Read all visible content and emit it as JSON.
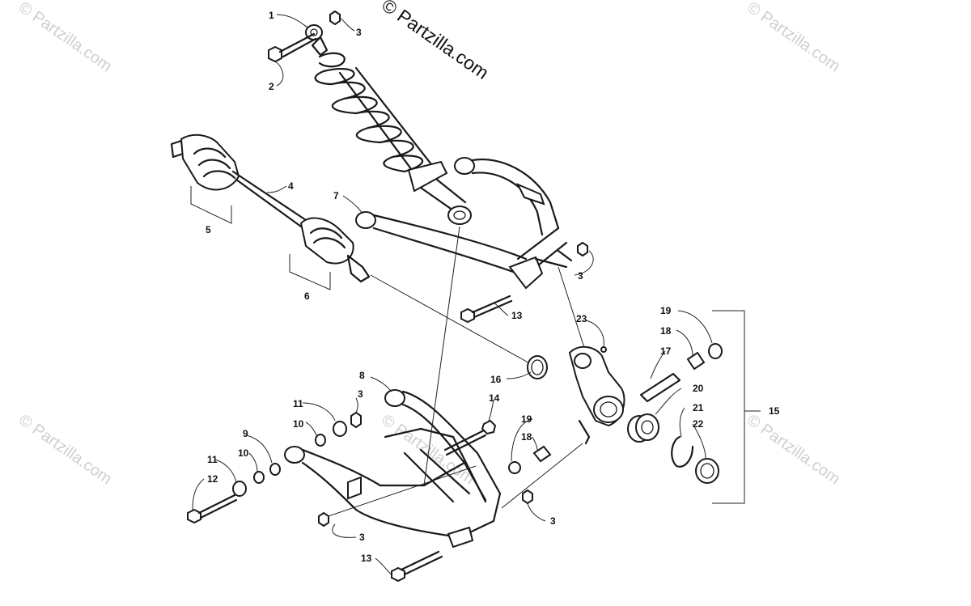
{
  "watermarks": {
    "main": "© Partzilla.com",
    "faded": "© Partzilla.com"
  },
  "callouts": [
    "1",
    "2",
    "3",
    "3",
    "3",
    "3",
    "3",
    "4",
    "5",
    "6",
    "7",
    "8",
    "9",
    "10",
    "10",
    "11",
    "11",
    "12",
    "13",
    "13",
    "14",
    "15",
    "16",
    "17",
    "18",
    "18",
    "19",
    "19",
    "20",
    "21",
    "22",
    "23"
  ],
  "colors": {
    "line": "#1a1a1a",
    "watermark": "#cfcfcf",
    "background": "#ffffff"
  }
}
